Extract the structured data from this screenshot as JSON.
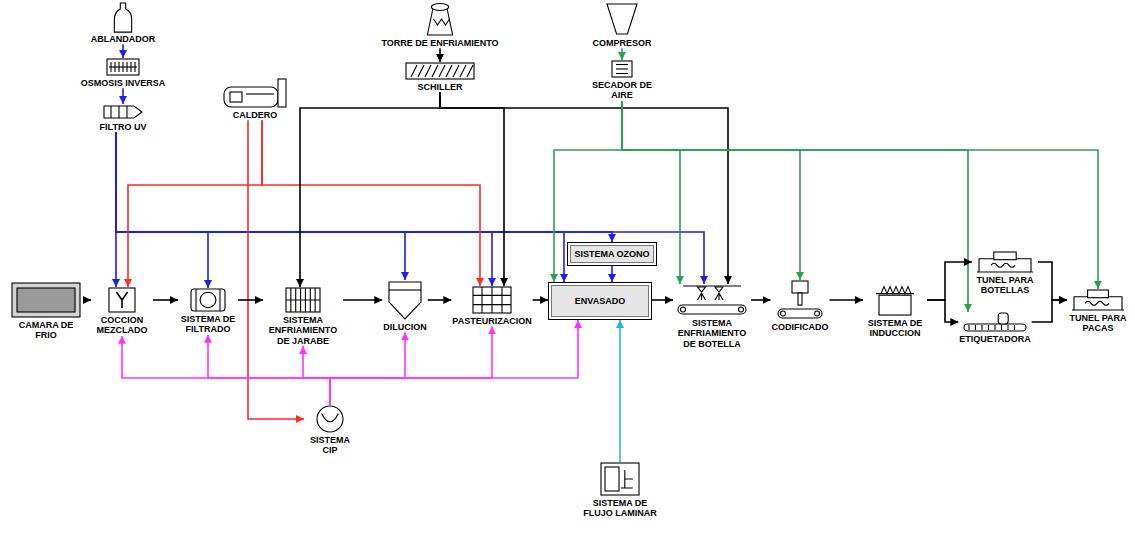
{
  "diagram": {
    "nodes": [
      {
        "text": [
          "ABLANDADOR"
        ]
      },
      {
        "text": [
          "OSMOSIS INVERSA"
        ]
      },
      {
        "text": [
          "FILTRO UV"
        ]
      },
      {
        "text": [
          "CALDERO"
        ]
      },
      {
        "text": [
          "TORRE DE ENFRIAMIENTO"
        ]
      },
      {
        "text": [
          "SCHILLER"
        ]
      },
      {
        "text": [
          "COMPRESOR"
        ]
      },
      {
        "text": [
          "SECADOR DE AIRE"
        ]
      },
      {
        "text": [
          "SISTEMA OZONO"
        ]
      },
      {
        "text": [
          "CAMARA DE FRIO"
        ]
      },
      {
        "text": [
          "COCCION MEZCLADO"
        ]
      },
      {
        "text": [
          "SISTEMA DE FILTRADO"
        ]
      },
      {
        "text": [
          "SISTEMA ENFRIAMIENTO DE JARABE"
        ]
      },
      {
        "text": [
          "DILUCION"
        ]
      },
      {
        "text": [
          "PASTEURIZACION"
        ]
      },
      {
        "text": [
          "ENVASADO"
        ]
      },
      {
        "text": [
          "SISTEMA ENFRIAMIENTO DE BOTELLA"
        ]
      },
      {
        "text": [
          "CODIFICADO"
        ]
      },
      {
        "text": [
          "SISTEMA DE INDUCCION"
        ]
      },
      {
        "text": [
          "TUNEL PARA BOTELLAS"
        ]
      },
      {
        "text": [
          "ETIQUETADORA"
        ]
      },
      {
        "text": [
          "TUNEL PARA PACAS"
        ]
      },
      {
        "text": [
          "SISTEMA CIP"
        ]
      },
      {
        "text": [
          "SISTEMA DE FLUJO LAMINAR"
        ]
      }
    ],
    "edges": [
      {
        "from": 0,
        "to": 1,
        "arrow": "to"
      },
      {
        "from": 1,
        "to": 2,
        "arrow": "to"
      },
      {
        "from": 2,
        "to": 10,
        "arrow": "to"
      },
      {
        "from": 2,
        "to": 11,
        "arrow": "to"
      },
      {
        "from": 2,
        "to": 13,
        "arrow": "to"
      },
      {
        "from": 2,
        "to": 14,
        "arrow": "to"
      },
      {
        "from": 2,
        "to": 15,
        "arrow": "to"
      },
      {
        "from": 2,
        "to": 8,
        "arrow": "to"
      },
      {
        "from": 2,
        "to": 16,
        "arrow": "to"
      },
      {
        "from": 8,
        "to": 15,
        "arrow": "to"
      },
      {
        "from": 3,
        "to": 10,
        "arrow": "to"
      },
      {
        "from": 3,
        "to": 14,
        "arrow": "to"
      },
      {
        "from": 3,
        "to": 22,
        "arrow": "to"
      },
      {
        "from": 4,
        "to": 5,
        "arrow": "to"
      },
      {
        "from": 5,
        "to": 12,
        "arrow": "to"
      },
      {
        "from": 5,
        "to": 14,
        "arrow": "to"
      },
      {
        "from": 5,
        "to": 16,
        "arrow": "to"
      },
      {
        "from": 6,
        "to": 7,
        "arrow": "to"
      },
      {
        "from": 7,
        "to": 15,
        "arrow": "to"
      },
      {
        "from": 7,
        "to": 16,
        "arrow": "to"
      },
      {
        "from": 7,
        "to": 17,
        "arrow": "to"
      },
      {
        "from": 7,
        "to": 20,
        "arrow": "to"
      },
      {
        "from": 7,
        "to": 21,
        "arrow": "to"
      },
      {
        "from": 9,
        "to": 10,
        "arrow": "to"
      },
      {
        "from": 10,
        "to": 11,
        "arrow": "to"
      },
      {
        "from": 11,
        "to": 12,
        "arrow": "to"
      },
      {
        "from": 12,
        "to": 13,
        "arrow": "to"
      },
      {
        "from": 13,
        "to": 14,
        "arrow": "to"
      },
      {
        "from": 14,
        "to": 15,
        "arrow": "to"
      },
      {
        "from": 15,
        "to": 16,
        "arrow": "to"
      },
      {
        "from": 16,
        "to": 17,
        "arrow": "to"
      },
      {
        "from": 17,
        "to": 18,
        "arrow": "to"
      },
      {
        "from": 18,
        "to": 19,
        "arrow": "to"
      },
      {
        "from": 18,
        "to": 20,
        "arrow": "to"
      },
      {
        "from": 19,
        "to": 21,
        "arrow": "to"
      },
      {
        "from": 20,
        "to": 21,
        "arrow": "to"
      },
      {
        "from": 22,
        "to": 10,
        "arrow": "to"
      },
      {
        "from": 22,
        "to": 11,
        "arrow": "to"
      },
      {
        "from": 22,
        "to": 12,
        "arrow": "to"
      },
      {
        "from": 22,
        "to": 13,
        "arrow": "to"
      },
      {
        "from": 22,
        "to": 14,
        "arrow": "to"
      },
      {
        "from": 22,
        "to": 15,
        "arrow": "to"
      },
      {
        "from": 23,
        "to": 15,
        "arrow": "to"
      }
    ]
  }
}
